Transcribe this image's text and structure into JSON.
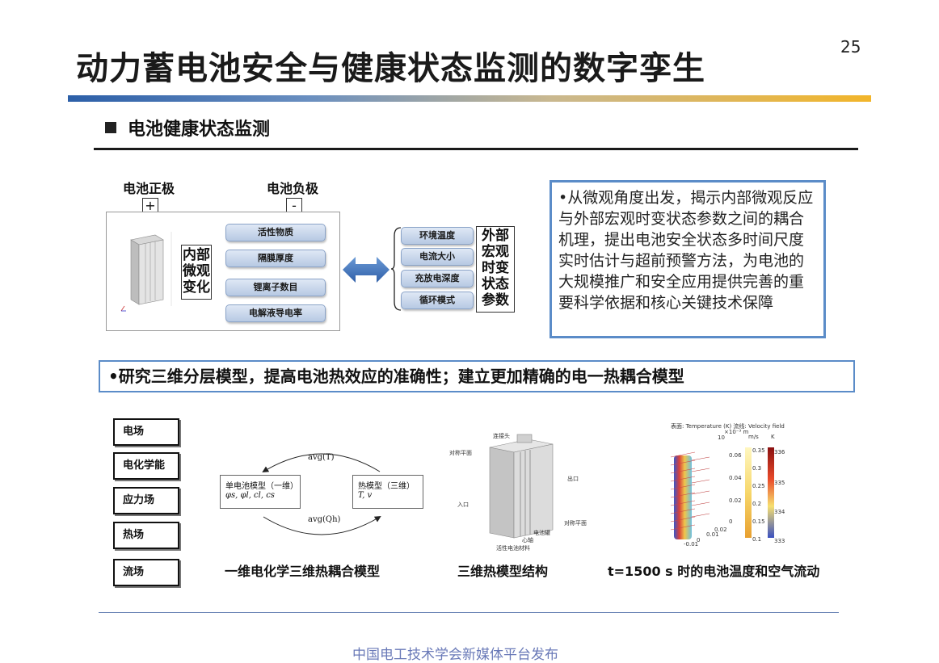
{
  "slide": {
    "title": "动力蓄电池安全与健康状态监测的数字孪生",
    "page_number": "25",
    "section_heading": "电池健康状态监测",
    "footer": "中国电工技术学会新媒体平台发布"
  },
  "battery_diagram": {
    "positive_label": "电池正极",
    "negative_label": "电池负极",
    "positive_symbol": "+",
    "negative_symbol": "-",
    "internal_params": [
      "活性物质",
      "隔膜厚度",
      "锂离子数目",
      "电解液导电率"
    ],
    "internal_label": [
      "内部",
      "微观",
      "变化"
    ],
    "external_params": [
      "环境温度",
      "电流大小",
      "充放电深度",
      "循环模式"
    ],
    "external_label": [
      "外部",
      "宏观",
      "时变",
      "状态",
      "参数"
    ],
    "accent_color": "#4a7cc0"
  },
  "description": {
    "text": "•从微观角度出发，揭示内部微观反应与外部宏观时变状态参数之间的耦合机理，提出电池安全状态多时间尺度实时估计与超前预警方法，为电池的大规模推广和安全应用提供完善的重要科学依据和核心关键技术保障"
  },
  "banner": {
    "text": "•研究三维分层模型，提高电池热效应的准确性；建立更加精确的电一热耦合模型"
  },
  "physics_fields": [
    "电场",
    "电化学能",
    "应力场",
    "热场",
    "流场"
  ],
  "coupling_diagram": {
    "box1_title": "单电池模型（一维）",
    "box1_vars": "φs, φl, cl, cs",
    "box2_title": "热模型（三维）",
    "box2_vars": "T, v",
    "arrow_top": "avg(T)",
    "arrow_bottom": "avg(Qh)",
    "caption": "一维电化学三维热耦合模型"
  },
  "thermal_structure": {
    "labels": [
      "连接头",
      "对称平面",
      "出口",
      "入口",
      "对称平面",
      "电池罐",
      "心轴",
      "活性电池材料"
    ],
    "caption": "三维热模型结构"
  },
  "temperature_plot": {
    "header": "表面: Temperature (K)  流线: Velocity field",
    "scale_note": "×10⁻³ m",
    "unit_velocity": "m/s",
    "unit_temp": "K",
    "velocity_ticks": [
      "0.35",
      "0.3",
      "0.25",
      "0.2",
      "0.15",
      "0.1"
    ],
    "temp_ticks": [
      "336",
      "335",
      "334",
      "333"
    ],
    "axis_ticks": [
      "10",
      "0.06",
      "0.04",
      "0.02",
      "0",
      "0.02",
      "0.01",
      "0",
      "-0.01"
    ],
    "caption": "t=1500 s 时的电池温度和空气流动"
  }
}
